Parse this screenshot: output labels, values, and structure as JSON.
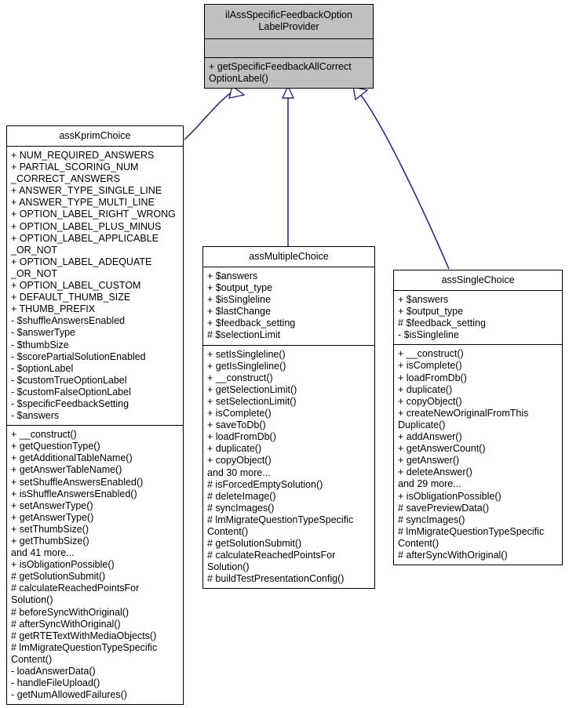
{
  "diagram": {
    "kind": "uml-class-diagram",
    "background_color": "#ffffff",
    "interface_fill_color": "#c0c0c0",
    "class_fill_color": "#ffffff",
    "border_color": "#000000",
    "relation_color": "#2a2a7a",
    "relation_type": "realization"
  },
  "interface": {
    "name": "ilAssSpecificFeedbackOption LabelProvider",
    "attributes": [],
    "operations": [
      "+ getSpecificFeedbackAllCorrect OptionLabel()"
    ]
  },
  "classes": [
    {
      "name": "assKprimChoice",
      "attributes": [
        "+ NUM_REQUIRED_ANSWERS",
        "+ PARTIAL_SCORING_NUM _CORRECT_ANSWERS",
        "+ ANSWER_TYPE_SINGLE_LINE",
        "+ ANSWER_TYPE_MULTI_LINE",
        "+ OPTION_LABEL_RIGHT _WRONG",
        "+ OPTION_LABEL_PLUS_MINUS",
        "+ OPTION_LABEL_APPLICABLE _OR_NOT",
        "+ OPTION_LABEL_ADEQUATE _OR_NOT",
        "+ OPTION_LABEL_CUSTOM",
        "+ DEFAULT_THUMB_SIZE",
        "+ THUMB_PREFIX",
        "- $shuffleAnswersEnabled",
        "- $answerType",
        "- $thumbSize",
        "- $scorePartialSolutionEnabled",
        "- $optionLabel",
        "- $customTrueOptionLabel",
        "- $customFalseOptionLabel",
        "- $specificFeedbackSetting",
        "- $answers"
      ],
      "operations": [
        "+ __construct()",
        "+ getQuestionType()",
        "+ getAdditionalTableName()",
        "+ getAnswerTableName()",
        "+ setShuffleAnswersEnabled()",
        "+ isShuffleAnswersEnabled()",
        "+ setAnswerType()",
        "+ getAnswerType()",
        "+ setThumbSize()",
        "+ getThumbSize()",
        "and 41 more...",
        "+ isObligationPossible()",
        "# getSolutionSubmit()",
        "# calculateReachedPointsFor Solution()",
        "# beforeSyncWithOriginal()",
        "# afterSyncWithOriginal()",
        "# getRTETextWithMediaObjects()",
        "# lmMigrateQuestionTypeSpecific Content()",
        "- loadAnswerData()",
        "- handleFileUpload()",
        "- getNumAllowedFailures()"
      ]
    },
    {
      "name": "assMultipleChoice",
      "attributes": [
        "+ $answers",
        "+ $output_type",
        "+ $isSingleline",
        "+ $lastChange",
        "+ $feedback_setting",
        "# $selectionLimit"
      ],
      "operations": [
        "+ setIsSingleline()",
        "+ getIsSingleline()",
        "+ __construct()",
        "+ getSelectionLimit()",
        "+ setSelectionLimit()",
        "+ isComplete()",
        "+ saveToDb()",
        "+ loadFromDb()",
        "+ duplicate()",
        "+ copyObject()",
        "and 30 more...",
        "# isForcedEmptySolution()",
        "# deleteImage()",
        "# syncImages()",
        "# lmMigrateQuestionTypeSpecific Content()",
        "# getSolutionSubmit()",
        "# calculateReachedPointsFor Solution()",
        "# buildTestPresentationConfig()"
      ]
    },
    {
      "name": "assSingleChoice",
      "attributes": [
        "+ $answers",
        "+ $output_type",
        "# $feedback_setting",
        "- $isSingleline"
      ],
      "operations": [
        "+ __construct()",
        "+ isComplete()",
        "+ loadFromDb()",
        "+ duplicate()",
        "+ copyObject()",
        "+ createNewOriginalFromThis Duplicate()",
        "+ addAnswer()",
        "+ getAnswerCount()",
        "+ getAnswer()",
        "+ deleteAnswer()",
        "and 29 more...",
        "+ isObligationPossible()",
        "# savePreviewData()",
        "# syncImages()",
        "# lmMigrateQuestionTypeSpecific Content()",
        "# afterSyncWithOriginal()"
      ]
    }
  ]
}
